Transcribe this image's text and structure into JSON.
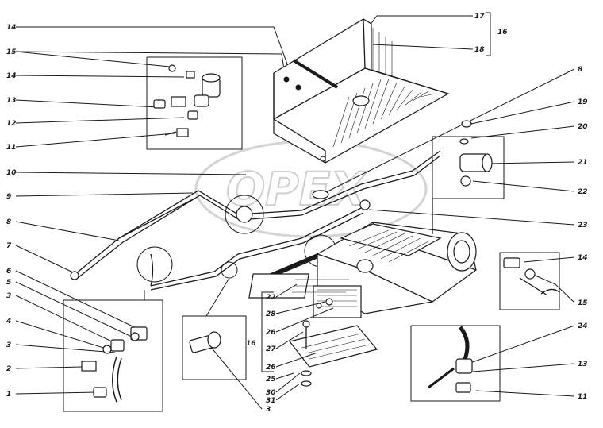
{
  "watermark": "OPEX",
  "left_callouts": [
    "14",
    "15",
    "14",
    "13",
    "12",
    "11",
    "10",
    "9",
    "8",
    "7",
    "6",
    "5",
    "3",
    "4",
    "3",
    "2",
    "1"
  ],
  "right_callouts": [
    "17",
    "18",
    "8",
    "19",
    "20",
    "21",
    "22",
    "23",
    "14",
    "15",
    "24",
    "13",
    "11"
  ],
  "bracket_top": "16",
  "bracket_bottom": "16",
  "bottom_callouts": [
    "22",
    "28",
    "26",
    "27",
    "26",
    "25",
    "30",
    "31",
    "3"
  ]
}
